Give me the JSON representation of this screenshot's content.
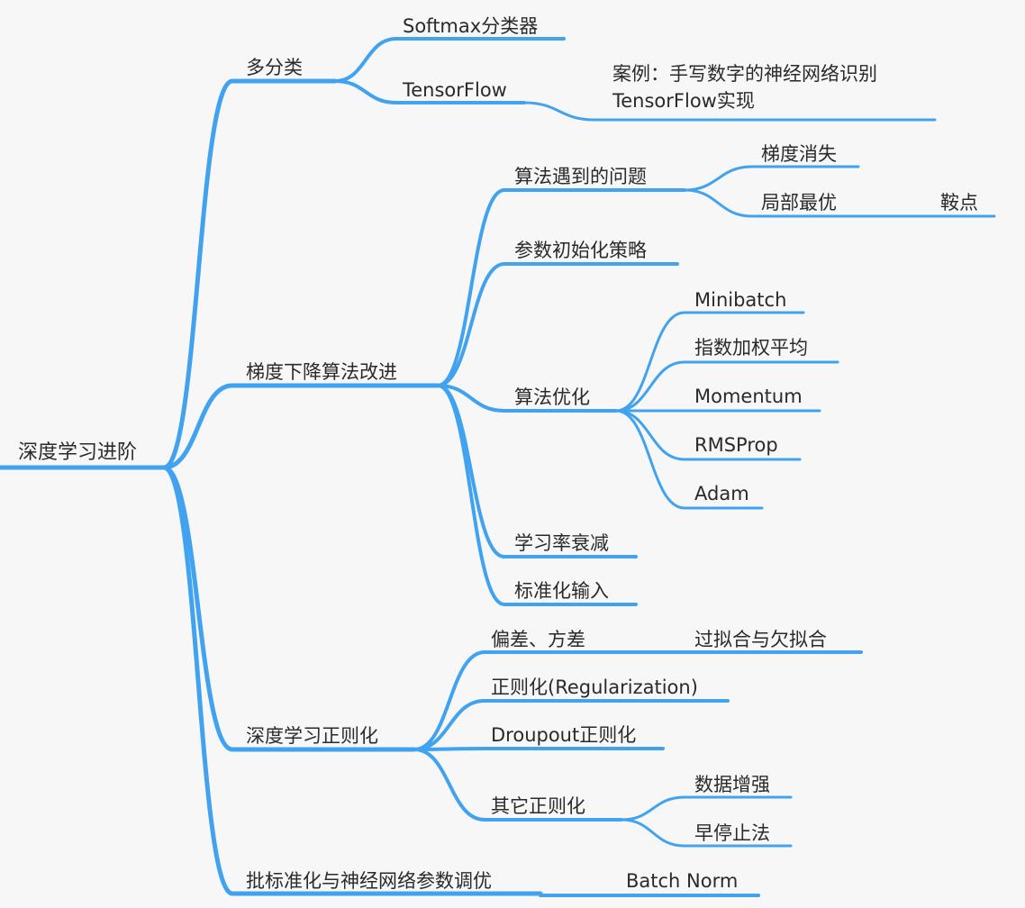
{
  "colors": {
    "line": "#41a3f0",
    "background": "#f7f7f7",
    "text": "#2a2a2a"
  },
  "mindmap": {
    "root": "深度学习进阶",
    "b1": {
      "label": "多分类",
      "c1": "Softmax分类器",
      "c2": "TensorFlow",
      "c2_note": "案例：手写数字的神经网络识别\nTensorFlow实现"
    },
    "b2": {
      "label": "梯度下降算法改进",
      "c1": {
        "label": "算法遇到的问题",
        "g1": "梯度消失",
        "g2": "局部最优",
        "g2_note": "鞍点"
      },
      "c2": "参数初始化策略",
      "c3": {
        "label": "算法优化",
        "items": [
          "Minibatch",
          "指数加权平均",
          "Momentum",
          "RMSProp",
          "Adam"
        ]
      },
      "c4": "学习率衰减",
      "c5": "标准化输入"
    },
    "b3": {
      "label": "深度学习正则化",
      "c1": "偏差、方差",
      "c1_note": "过拟合与欠拟合",
      "c2": "正则化(Regularization)",
      "c3": "Droupout正则化",
      "c4": {
        "label": "其它正则化",
        "items": [
          "数据增强",
          "早停止法"
        ]
      }
    },
    "b4": {
      "label": "批标准化与神经网络参数调优",
      "note": "Batch Norm"
    }
  }
}
